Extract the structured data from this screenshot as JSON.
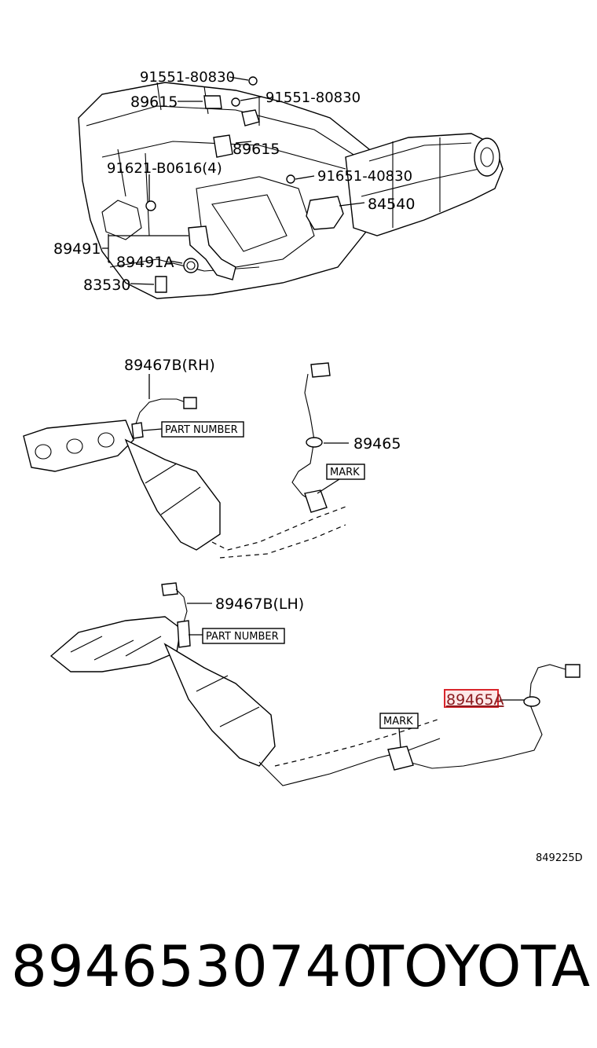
{
  "engine_callouts": {
    "c91551_top": "91551-80830",
    "c89615_left": "89615",
    "c91551_right": "91551-80830",
    "c89615_mid": "89615",
    "c91621": "91621-B0616(4)",
    "c91651": "91651-40830",
    "c84540": "84540",
    "c89491": "89491",
    "c89491A": "89491A",
    "c83530": "83530"
  },
  "rh_section": {
    "sensor_up": "89467B(RH)",
    "part_number_tag": "PART NUMBER",
    "sensor_down": "89465",
    "mark_tag": "MARK"
  },
  "lh_section": {
    "sensor_up": "89467B(LH)",
    "part_number_tag": "PART NUMBER",
    "sensor_down_highlighted": "89465A",
    "mark_tag": "MARK"
  },
  "highlight_color": "#d9262c",
  "drawing_ref": "849225D",
  "footer": {
    "part_number": "8946530740",
    "brand": "TOYOTA"
  }
}
